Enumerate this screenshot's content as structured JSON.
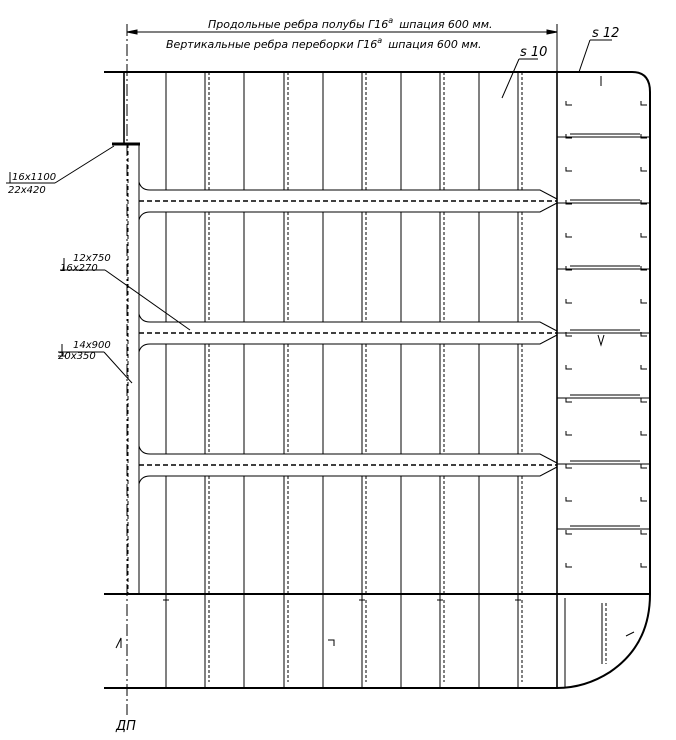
{
  "header": {
    "line1": "Продольные ребра полубы  Г16",
    "line1_sup": "а",
    "line1_spacing": "шпация 600 мм.",
    "line2": "Вертикальные ребра переборки Г16",
    "line2_sup": "а",
    "line2_spacing": "шпация 600 мм."
  },
  "labels": {
    "s10": "s 10",
    "s12": "s 12",
    "dp": "ДП"
  },
  "callouts": [
    {
      "top": "16x1100",
      "bottom": "22x420"
    },
    {
      "top": "12x750",
      "bottom": "16x270"
    },
    {
      "top": "14x900",
      "bottom": "20x350"
    }
  ],
  "colors": {
    "ink": "#000000",
    "paper": "#ffffff"
  }
}
